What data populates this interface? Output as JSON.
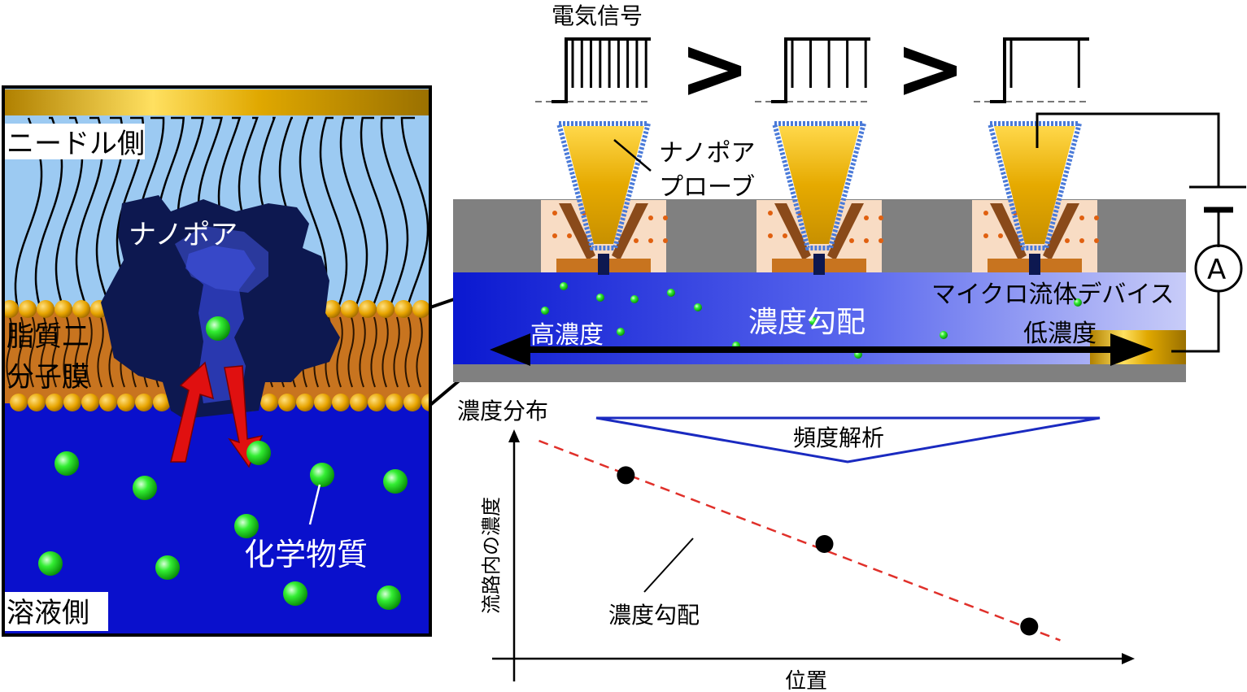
{
  "labels": {
    "needle_side": "ニードル側",
    "nanopore": "ナノポア",
    "lipid_bilayer_line1": "脂質二",
    "lipid_bilayer_line2": "分子膜",
    "chemical": "化学物質",
    "solution_side": "溶液側",
    "electrical_signal": "電気信号",
    "nanopore_probe_line1": "ナノポア",
    "nanopore_probe_line2": "プローブ",
    "microfluidic_device": "マイクロ流体デバイス",
    "concentration_gradient": "濃度勾配",
    "high_concentration": "高濃度",
    "low_concentration": "低濃度",
    "ammeter": "A",
    "frequency_analysis": "頻度解析",
    "concentration_distribution": "濃度分布",
    "y_axis": "流路内の濃度",
    "x_axis": "位置",
    "plot_gradient": "濃度勾配",
    "greater_than_1": ">",
    "greater_than_2": ">"
  },
  "signals": [
    {
      "spike_count": 9
    },
    {
      "spike_count": 5
    },
    {
      "spike_count": 2
    }
  ],
  "chart_data": {
    "type": "scatter",
    "title": "濃度分布",
    "xlabel": "位置",
    "ylabel": "流路内の濃度",
    "points": [
      {
        "x": 0.18,
        "y": 0.8
      },
      {
        "x": 0.5,
        "y": 0.5
      },
      {
        "x": 0.83,
        "y": 0.14
      }
    ],
    "trend_line": {
      "x": [
        0.04,
        0.88
      ],
      "y": [
        0.95,
        0.08
      ],
      "style": "dashed",
      "color": "#e0302a"
    },
    "trend_label": "濃度勾配",
    "xlim": [
      0,
      1
    ],
    "ylim": [
      0,
      1
    ]
  },
  "colors": {
    "solution_blue": "#0a10cc",
    "needle_blue": "#9ccaf2",
    "lipid_orange": "#c8741f",
    "pore_navy": "#0d1850",
    "gold": "#e8b400",
    "device_gray": "#808080",
    "arrow_red": "#e01010",
    "trend_red": "#e0302a",
    "molecule_green": "#22dd22"
  }
}
